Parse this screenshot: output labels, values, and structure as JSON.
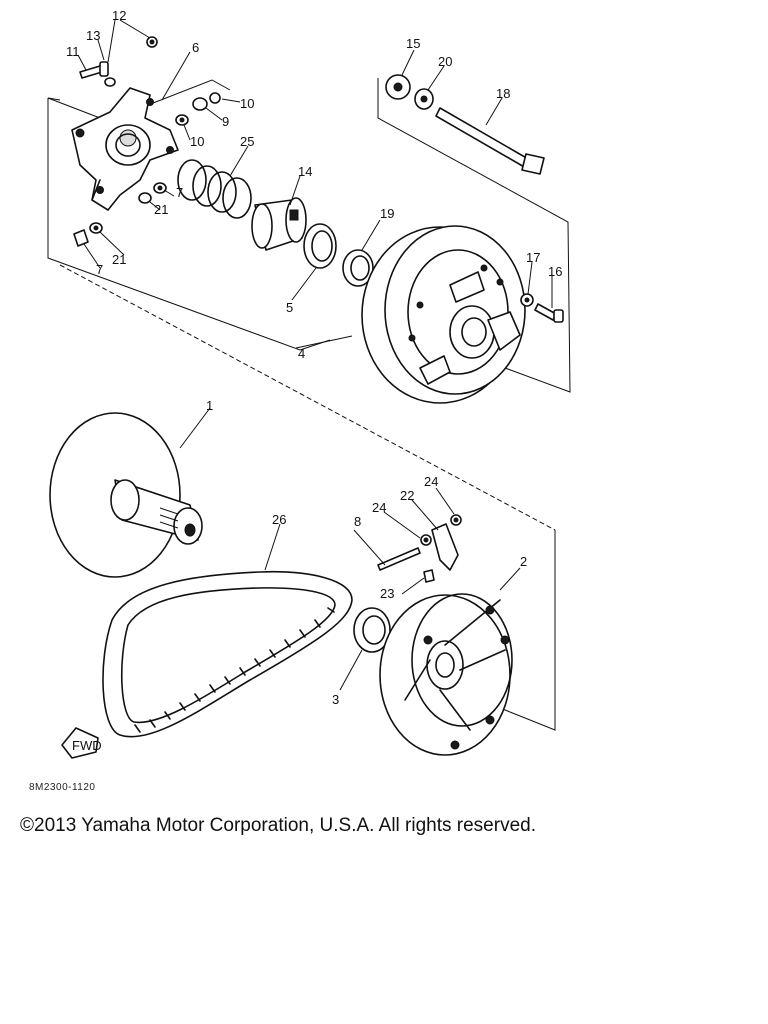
{
  "diagram": {
    "drawing_code": "8M2300-1120",
    "copyright": "©2013 Yamaha Motor Corporation, U.S.A. All rights reserved.",
    "direction_tag": "FWD",
    "callouts": [
      {
        "id": "c1",
        "label": "1"
      },
      {
        "id": "c2",
        "label": "2"
      },
      {
        "id": "c3",
        "label": "3"
      },
      {
        "id": "c4",
        "label": "4"
      },
      {
        "id": "c5",
        "label": "5"
      },
      {
        "id": "c6",
        "label": "6"
      },
      {
        "id": "c7a",
        "label": "7"
      },
      {
        "id": "c7b",
        "label": "7"
      },
      {
        "id": "c8",
        "label": "8"
      },
      {
        "id": "c9",
        "label": "9"
      },
      {
        "id": "c10a",
        "label": "10"
      },
      {
        "id": "c10b",
        "label": "10"
      },
      {
        "id": "c11",
        "label": "11"
      },
      {
        "id": "c12",
        "label": "12"
      },
      {
        "id": "c13",
        "label": "13"
      },
      {
        "id": "c14",
        "label": "14"
      },
      {
        "id": "c15",
        "label": "15"
      },
      {
        "id": "c16",
        "label": "16"
      },
      {
        "id": "c17",
        "label": "17"
      },
      {
        "id": "c18",
        "label": "18"
      },
      {
        "id": "c19",
        "label": "19"
      },
      {
        "id": "c20",
        "label": "20"
      },
      {
        "id": "c21a",
        "label": "21"
      },
      {
        "id": "c21b",
        "label": "21"
      },
      {
        "id": "c22",
        "label": "22"
      },
      {
        "id": "c23",
        "label": "23"
      },
      {
        "id": "c24a",
        "label": "24"
      },
      {
        "id": "c24b",
        "label": "24"
      },
      {
        "id": "c25",
        "label": "25"
      },
      {
        "id": "c26",
        "label": "26"
      }
    ]
  }
}
